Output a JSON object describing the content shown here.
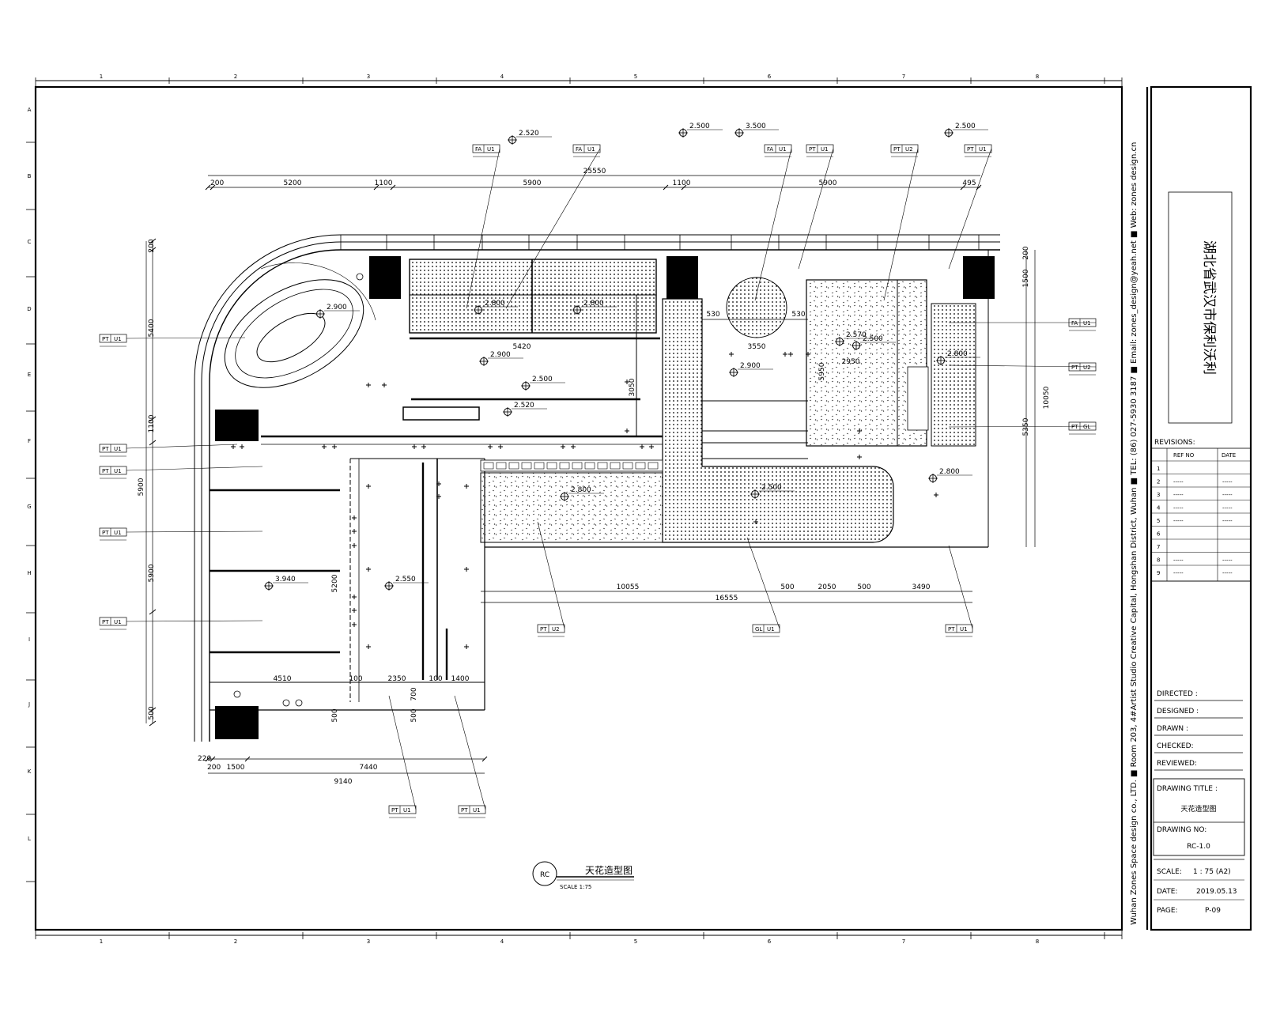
{
  "project_title": "湖北省武汉市保利沃利",
  "company_line": "Wuhan Zones Space design co., LTD.  ■  Room 203, 4#Artist Studio Creative Capital, Hongshan District, Wuhan  ■  TEL: (86) 027-5930 3187  ■  Email: zones_design@yeah.net  ■  Web: zones design.cn",
  "revisions": {
    "heading": "REVISIONS:",
    "col_ref": "REF NO",
    "col_date": "DATE",
    "rows": [
      {
        "no": "1",
        "ref": "",
        "date": ""
      },
      {
        "no": "2",
        "ref": "-----",
        "date": "-----"
      },
      {
        "no": "3",
        "ref": "-----",
        "date": "-----"
      },
      {
        "no": "4",
        "ref": "-----",
        "date": "-----"
      },
      {
        "no": "5",
        "ref": "-----",
        "date": "-----"
      },
      {
        "no": "6",
        "ref": "",
        "date": ""
      },
      {
        "no": "7",
        "ref": "",
        "date": ""
      },
      {
        "no": "8",
        "ref": "-----",
        "date": "-----"
      },
      {
        "no": "9",
        "ref": "-----",
        "date": "-----"
      }
    ]
  },
  "signoff": {
    "directed": "DIRECTED :",
    "designed": "DESIGNED :",
    "drawn": "DRAWN :",
    "checked": "CHECKED:",
    "reviewed": "REVIEWED:"
  },
  "drawing_title_label": "DRAWING TITLE :",
  "drawing_title": "天花造型图",
  "drawing_no_label": "DRAWING NO:",
  "drawing_no": "RC-1.0",
  "scale_label": "SCALE:",
  "scale_value": "1 : 75  (A2)",
  "date_label": "DATE:",
  "date_value": "2019.05.13",
  "page_label": "PAGE:",
  "page_value": "P-09",
  "plan_label": {
    "code": "RC",
    "title": "天花造型图",
    "scale": "SCALE 1:75"
  },
  "grid_numbers": [
    "1",
    "2",
    "3",
    "4",
    "5",
    "6",
    "7",
    "8"
  ],
  "grid_letters": [
    "A",
    "B",
    "C",
    "D",
    "E",
    "F",
    "G",
    "H",
    "I",
    "J",
    "K",
    "L"
  ],
  "dimensions": {
    "top_total": "25550",
    "top_segments": [
      "200",
      "5200",
      "1100",
      "5900",
      "1100",
      "5900",
      "495"
    ],
    "left_segments": [
      "200",
      "5400",
      "1100",
      "5900",
      "5900",
      "500"
    ],
    "bottom_segments": [
      "220",
      "200",
      "1500",
      "7440",
      "9140"
    ],
    "inner_bottom": [
      "4510",
      "100",
      "2350",
      "100",
      "1400"
    ],
    "right_segments": [
      "200",
      "1500",
      "10050",
      "5350"
    ],
    "mid": [
      "5420",
      "3050",
      "530",
      "3550",
      "530",
      "5200",
      "700",
      "500",
      "500",
      "10055",
      "16555",
      "500",
      "2050",
      "500",
      "3490",
      "5950",
      "2950"
    ]
  },
  "elevations": [
    "2.520",
    "2.500",
    "3.500",
    "2.500",
    "2.900",
    "2.800",
    "2.800",
    "2.900",
    "2.500",
    "2.520",
    "2.900",
    "2.500",
    "2.570",
    "2.800",
    "2.500",
    "2.800",
    "3.940",
    "2.550",
    "2.800"
  ],
  "tags": [
    "FA",
    "U1",
    "PT",
    "U2",
    "GL"
  ]
}
